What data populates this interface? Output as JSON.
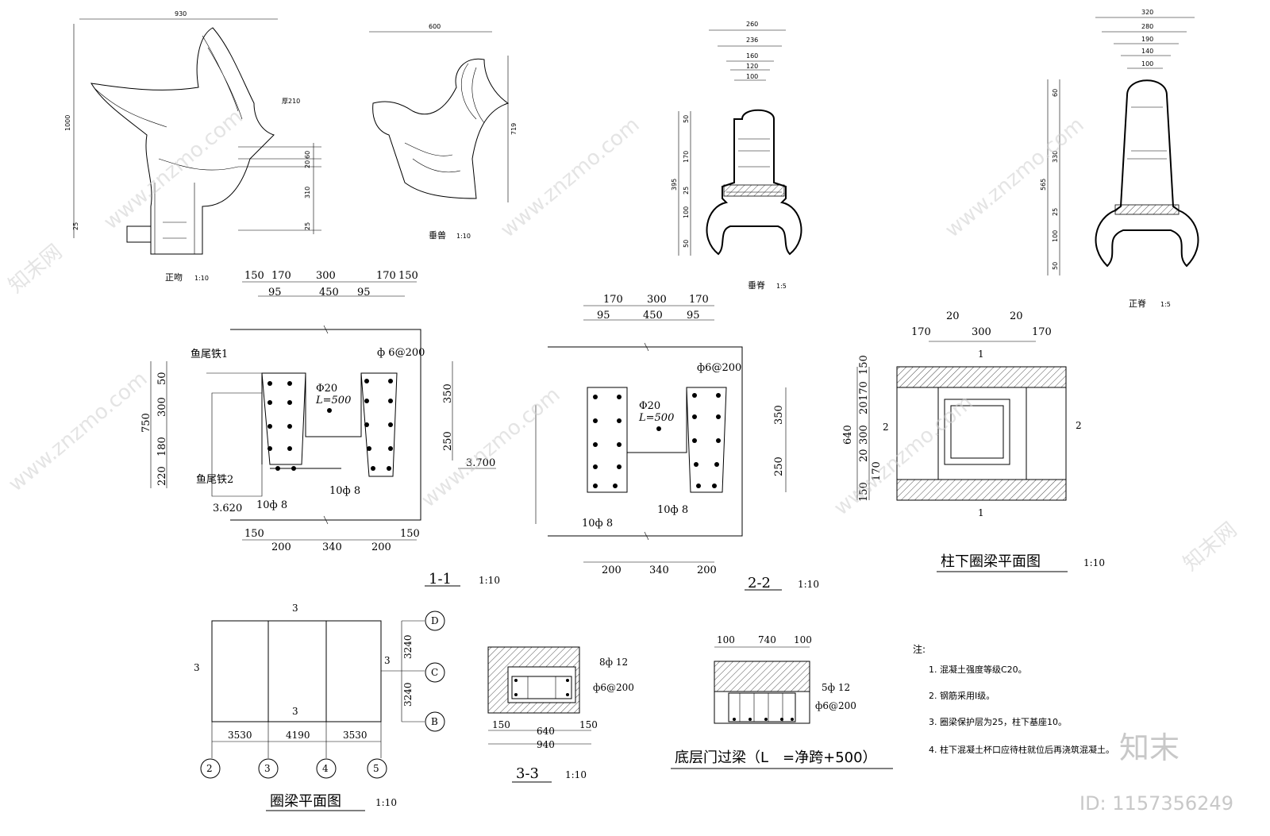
{
  "drawings": {
    "zhengwen": {
      "title": "正吻",
      "scale": "1:10",
      "width": "930",
      "height": "1000",
      "thk": "厚210",
      "v1": "60",
      "v2": "20",
      "v3": "310",
      "v4": "25",
      "v5": "25"
    },
    "chuishou": {
      "title": "垂兽",
      "scale": "1:10",
      "width": "600",
      "height": "719"
    },
    "chuiji": {
      "title": "垂脊",
      "scale": "1:5",
      "widths": [
        "260",
        "236",
        "160",
        "120",
        "100"
      ],
      "total": "395",
      "heights": [
        "50",
        "170",
        "25",
        "100",
        "50"
      ]
    },
    "zhengji": {
      "title": "正脊",
      "scale": "1:5",
      "widths": [
        "320",
        "280",
        "190",
        "140",
        "100"
      ],
      "total": "565",
      "heights": [
        "60",
        "330",
        "25",
        "100",
        "50"
      ]
    },
    "sec11": {
      "title": "1-1",
      "scale": "1:10",
      "top": [
        "150",
        "170",
        "300",
        "170",
        "150"
      ],
      "top2": [
        "95",
        "450",
        "95"
      ],
      "bottom": [
        "150",
        "200",
        "340",
        "200",
        "150"
      ],
      "left_total": "750",
      "left": [
        "50",
        "300",
        "180",
        "220"
      ],
      "right": [
        "350",
        "250"
      ],
      "fish1": "鱼尾铁1",
      "fish2": "鱼尾铁2",
      "rebar": "ф 6@200",
      "phi": "Φ20",
      "len": "L=500",
      "bar1": "10ф 8",
      "bar2": "10ф 8",
      "el1": "3.700",
      "el2": "3.620"
    },
    "sec22": {
      "title": "2-2",
      "scale": "1:10",
      "top": [
        "170",
        "300",
        "170"
      ],
      "top2": [
        "95",
        "450",
        "95"
      ],
      "bottom": [
        "200",
        "340",
        "200"
      ],
      "right": [
        "350",
        "250"
      ],
      "rebar": "ф6@200",
      "phi": "Φ20",
      "len": "L=500",
      "bar1": "10ф 8",
      "bar2": "10ф 8"
    },
    "colplan": {
      "title": "柱下圈梁平面图",
      "scale": "1:10",
      "top": [
        "170",
        "20",
        "300",
        "20",
        "170"
      ],
      "left_total": "640",
      "left": [
        "150",
        "170",
        "20",
        "300",
        "20",
        "170",
        "150"
      ],
      "mark1": "1",
      "mark2": "2"
    },
    "ringplan": {
      "title": "圈梁平面图",
      "scale": "1:10",
      "spans": [
        "3530",
        "4190",
        "3530"
      ],
      "vspans": [
        "3240",
        "3240"
      ],
      "axes_x": [
        "2",
        "3",
        "4",
        "5"
      ],
      "axes_y": [
        "D",
        "C",
        "B"
      ],
      "cut": "3"
    },
    "sec33": {
      "title": "3-3",
      "scale": "1:10",
      "bar": "8ф 12",
      "stir": "ф6@200",
      "dims": [
        "150",
        "640",
        "150"
      ],
      "total": "940"
    },
    "lintel": {
      "title": "底层门过梁（L　=净跨+500）",
      "dims": [
        "100",
        "740",
        "100"
      ],
      "bar": "5ф 12",
      "stir": "ф6@200"
    }
  },
  "notes": {
    "head": "注:",
    "items": [
      "1.  混凝土强度等级C20。",
      "2.  钢筋采用Ⅰ级。",
      "3.  圈梁保护层为25，柱下基座10。",
      "4.  柱下混凝土杯口应待柱就位后再浇筑混凝土。"
    ]
  },
  "watermark": {
    "text": "www.znzmo.com",
    "brand": "知末网",
    "logo": "知末",
    "id": "ID: 1157356249"
  }
}
